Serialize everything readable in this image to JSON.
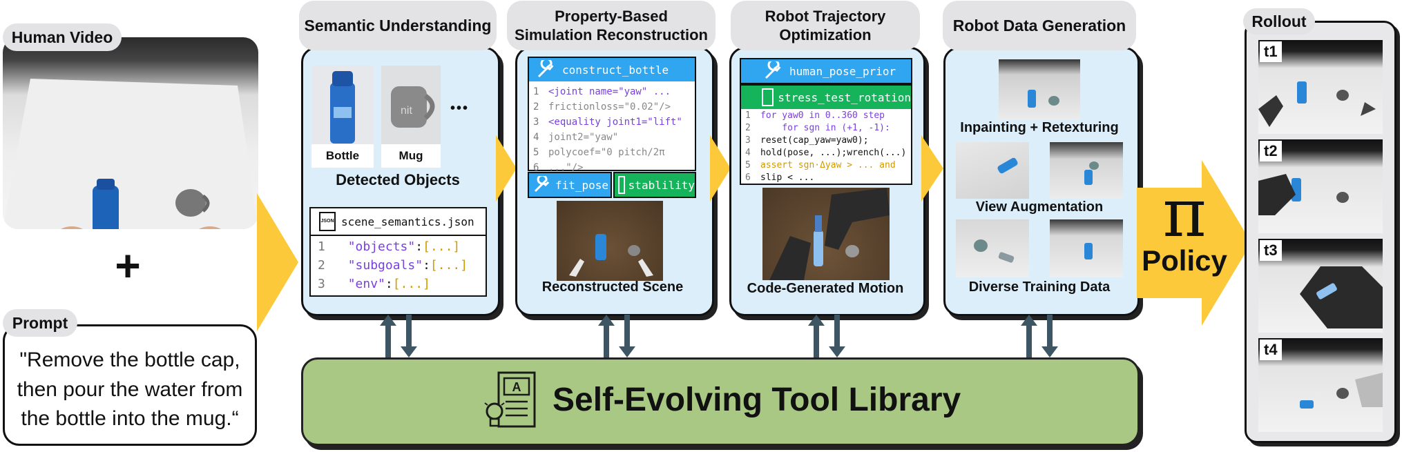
{
  "left": {
    "human_video_label": "Human Video",
    "plus": "+",
    "prompt_label": "Prompt",
    "prompt_text": "\"Remove the bottle cap, then pour the water from the bottle into the mug.“"
  },
  "stages": {
    "semantic": {
      "title": "Semantic Understanding",
      "bottle_label": "Bottle",
      "mug_label": "Mug",
      "ellipsis": "•••",
      "detected_label": "Detected Objects",
      "file_name": "scene_semantics.json",
      "json_icon": "JSON",
      "json_lines": [
        {
          "n": "1",
          "key": "\"objects\"",
          "val": "[...]"
        },
        {
          "n": "2",
          "key": "\"subgoals\"",
          "val": "[...]"
        },
        {
          "n": "3",
          "key": "\"env\"",
          "val": "[...]"
        }
      ]
    },
    "reconstruction": {
      "title_line1": "Property-Based",
      "title_line2": "Simulation Reconstruction",
      "tool_main": "construct_bottle",
      "code_lines": [
        {
          "n": "1",
          "text": "<joint name=\"yaw\" ..."
        },
        {
          "n": "2",
          "text": "frictionloss=\"0.02\"/>"
        },
        {
          "n": "3",
          "text": "<equality joint1=\"lift\""
        },
        {
          "n": "4",
          "text": "joint2=\"yaw\""
        },
        {
          "n": "5",
          "text": "polycoef=\"0 pitch/2π"
        },
        {
          "n": "6",
          "text": "...\"/>"
        }
      ],
      "tool_fit": "fit_pose",
      "tool_stab": "stablility",
      "caption": "Reconstructed Scene"
    },
    "trajectory": {
      "title_line1": "Robot Trajectory",
      "title_line2": "Optimization",
      "tool_prior": "human_pose_prior",
      "tool_stress": "stress_test_rotation",
      "code_lines": [
        {
          "n": "1",
          "text": "for yaw0 in 0..360 step"
        },
        {
          "n": "2",
          "text": "    for sgn in (+1, -1):"
        },
        {
          "n": "3",
          "text": "reset(cap_yaw=yaw0);"
        },
        {
          "n": "4",
          "text": "hold(pose, ...);wrench(...)"
        },
        {
          "n": "5",
          "text": "assert sgn·Δyaw > ... and"
        },
        {
          "n": "6",
          "text": "slip < ..."
        }
      ],
      "caption": "Code-Generated Motion"
    },
    "generation": {
      "title": "Robot Data Generation",
      "cap1": "Inpainting + Retexturing",
      "cap2": "View Augmentation",
      "cap3": "Diverse Training Data"
    }
  },
  "policy": {
    "symbol": "π",
    "label": "Policy"
  },
  "rollout": {
    "title": "Rollout",
    "steps": [
      "t1",
      "t2",
      "t3",
      "t4"
    ]
  },
  "library": {
    "label": "Self-Evolving Tool Library",
    "book_letter": "A"
  },
  "colors": {
    "panel_bg": "#dceefa",
    "arrow_yellow": "#fcc93a",
    "library_green": "#a9c883",
    "tool_blue": "#2fa6ef",
    "tool_green": "#15b35a",
    "updown_arrow": "#3e5663"
  }
}
